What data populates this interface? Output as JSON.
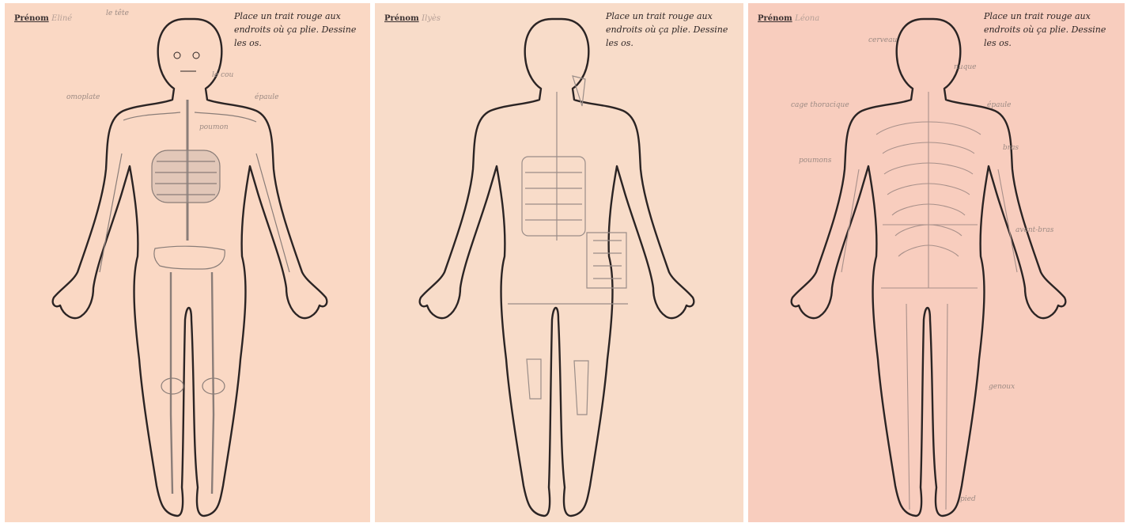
{
  "sheets": [
    {
      "background": "#fad8c4",
      "title_label": "Prénom",
      "title_value": "Eliné",
      "instruction": "Place un trait rouge aux endroits où ça plie. Dessine les os.",
      "annotations": [
        "le tête",
        "le cou",
        "omoplate",
        "épaule",
        "poumon"
      ]
    },
    {
      "background": "#f8dcc9",
      "title_label": "Prénom",
      "title_value": "Ilyès",
      "instruction": "Place un trait rouge aux endroits où ça plie. Dessine les os."
    },
    {
      "background": "#f8cdbe",
      "title_label": "Prénom",
      "title_value": "Léona",
      "instruction": "Place un trait rouge aux endroits où ça plie. Dessine les os.",
      "annotations": [
        "cerveau",
        "nuque",
        "cage thoracique",
        "épaule",
        "poumons",
        "bras",
        "avant-bras",
        "genoux",
        "pied"
      ]
    }
  ],
  "colors": {
    "outline": "#2b2424",
    "pencil": "#8a7d78",
    "faint_pencil": "#b9a59d"
  }
}
